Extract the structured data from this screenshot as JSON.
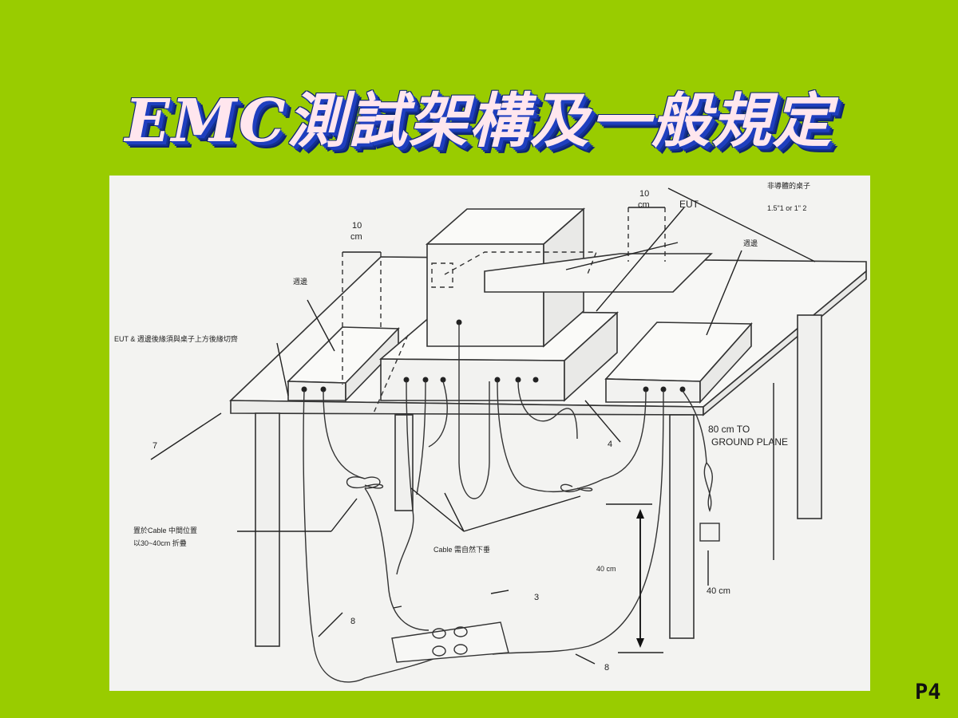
{
  "slide": {
    "title": "EMC測試架構及一般規定",
    "page_label": "P4"
  },
  "diagram": {
    "labels": {
      "dim_10cm_left": "10",
      "dim_10cm_left_unit": "cm",
      "dim_10cm_right": "10",
      "dim_10cm_right_unit": "cm",
      "eut": "EUT",
      "table_desc_line1": "非導體的桌子",
      "table_desc_line2": "1.5\"1 or 1\" 2",
      "peripheral_left": "週邊",
      "peripheral_right": "週邊",
      "eut_edge_note": "EUT & 週邊後緣須與桌子上方後緣切齊",
      "ref_7": "7",
      "ref_4": "4",
      "height_line1": "80 cm TO",
      "height_line2": "GROUND PLANE",
      "cable_fold_line1": "置於Cable 中間位置",
      "cable_fold_line2": "以30~40cm 折疊",
      "cable_drop": "Cable 需自然下垂",
      "dim_40cm_mid": "40 cm",
      "dim_40cm_right": "40 cm",
      "ref_3": "3",
      "ref_8_left": "8",
      "ref_8_right": "8"
    }
  }
}
